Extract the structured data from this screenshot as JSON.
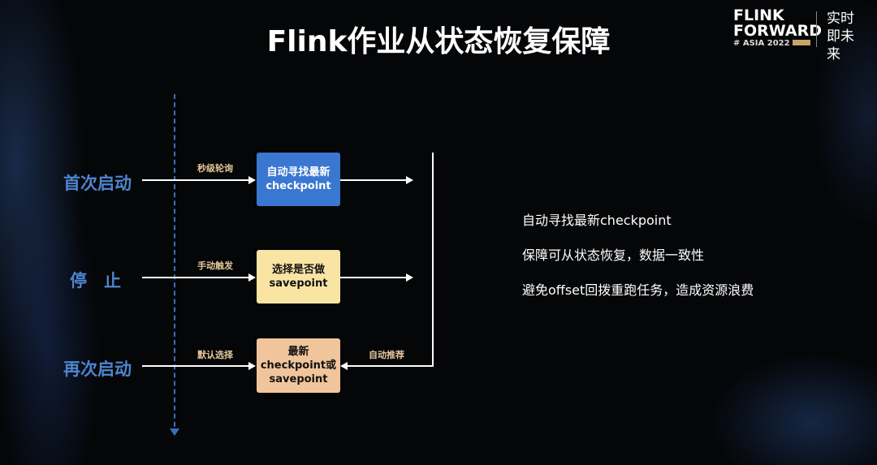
{
  "title": "Flink作业从状态恢复保障",
  "logo": {
    "line1": "FLINK",
    "line2": "FORWARD",
    "line3": "# ASIA 2022",
    "tagline": "实时即未来"
  },
  "stages": [
    "首次启动",
    "停　止",
    "再次启动"
  ],
  "edge_labels": {
    "poll": "秒级轮询",
    "manual": "手动触发",
    "default": "默认选择",
    "auto_recommend": "自动推荐"
  },
  "boxes": [
    {
      "line1": "自动寻找最新",
      "line2": "checkpoint",
      "color": "#3a77d1"
    },
    {
      "line1": "选择是否做",
      "line2": "savepoint",
      "color": "#f9e4a3"
    },
    {
      "line1": "最新",
      "line2": "checkpoint或",
      "line3": "savepoint",
      "color": "#f1c59c"
    }
  ],
  "bullets": [
    "自动寻找最新checkpoint",
    "保障可从状态恢复，数据一致性",
    "避免offset回拨重跑任务，造成资源浪费"
  ]
}
